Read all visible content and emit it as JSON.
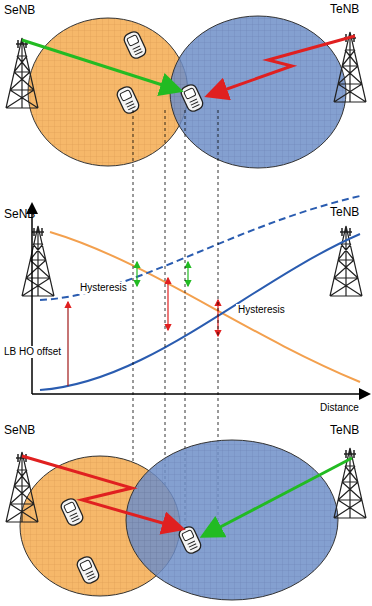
{
  "diagram": {
    "labels": [
      "SeNB",
      "TeNB",
      "SeNB",
      "TeNB",
      "Hysteresis",
      "Hysteresis",
      "LB HO offset",
      "Distance",
      "SeNB",
      "TeNB"
    ]
  }
}
